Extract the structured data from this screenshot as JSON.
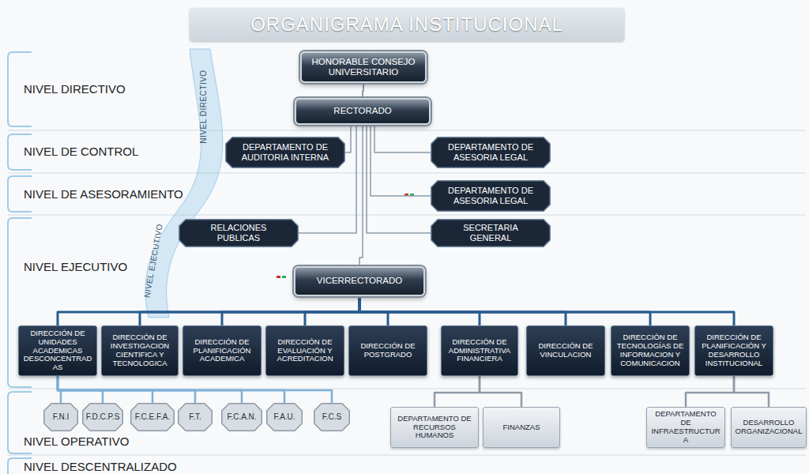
{
  "diagram": {
    "title": "ORGANIGRAMA INSTITUCIONAL",
    "nodes": [
      {
        "text": [
          "HONORABLE CONSEJO UNIVERSITARIO"
        ]
      },
      {
        "text": [
          "RECTORADO"
        ]
      },
      {
        "text": [
          "DEPARTAMENTO DE AUDITORIA INTERNA"
        ]
      },
      {
        "text": [
          "DEPARTAMENTO DE ASESORIA LEGAL"
        ]
      },
      {
        "text": [
          "DEPARTAMENTO DE ASESORIA LEGAL"
        ]
      },
      {
        "text": [
          "RELACIONES PUBLICAS"
        ]
      },
      {
        "text": [
          "SECRETARIA GENERAL"
        ]
      },
      {
        "text": [
          "VICERRECTORADO"
        ]
      },
      {
        "text": [
          "DIRECCIÓN DE UNIDADES ACADEMICAS DESCONCENTRADAS"
        ]
      },
      {
        "text": [
          "DIRECCIÓN DE INVESTIGACION CIENTIFICA Y TECNOLOGICA"
        ]
      },
      {
        "text": [
          "DIRECCIÓN DE PLANIFICACIÓN ACADEMICA"
        ]
      },
      {
        "text": [
          "DIRECCIÓN DE EVALUACIÓN Y ACREDITACION"
        ]
      },
      {
        "text": [
          "DIRECCIÓN DE POSTGRADO"
        ]
      },
      {
        "text": [
          "DIRECCIÓN DE ADMINISTRATIVA FINANCIERA"
        ]
      },
      {
        "text": [
          "DIRECCIÓN DE VINCULACION"
        ]
      },
      {
        "text": [
          "DIRECCIÓN DE TECNOLOGÍAS DE INFORMACION Y COMUNICACION"
        ]
      },
      {
        "text": [
          "DIRECCIÓN DE PLANIFICACIÓN Y DESARROLLO INSTITUCIONAL"
        ]
      },
      {
        "text": [
          "F.N.I"
        ]
      },
      {
        "text": [
          "F.D.C.P.S"
        ]
      },
      {
        "text": [
          "F.C.E.F.A."
        ]
      },
      {
        "text": [
          "F.T."
        ]
      },
      {
        "text": [
          "F.C.A.N."
        ]
      },
      {
        "text": [
          "F.A.U."
        ]
      },
      {
        "text": [
          "F.C.S"
        ]
      },
      {
        "text": [
          "DEPARTAMENTO DE RECURSOS HUMANOS"
        ]
      },
      {
        "text": [
          "FINANZAS"
        ]
      },
      {
        "text": [
          "DEPARTAMENTO DE INFRAESTRUCTURA"
        ]
      },
      {
        "text": [
          "DESARROLLO ORGANIZACIONAL"
        ]
      }
    ],
    "edges": [
      {
        "from": 0,
        "to": 1,
        "arrow": "none"
      },
      {
        "from": 1,
        "to": 2,
        "arrow": "none"
      },
      {
        "from": 1,
        "to": 3,
        "arrow": "none"
      },
      {
        "from": 1,
        "to": 4,
        "arrow": "none"
      },
      {
        "from": 1,
        "to": 5,
        "arrow": "none"
      },
      {
        "from": 1,
        "to": 6,
        "arrow": "none"
      },
      {
        "from": 1,
        "to": 7,
        "arrow": "none"
      },
      {
        "from": 7,
        "to": 8,
        "arrow": "none"
      },
      {
        "from": 7,
        "to": 9,
        "arrow": "none"
      },
      {
        "from": 7,
        "to": 10,
        "arrow": "none"
      },
      {
        "from": 7,
        "to": 11,
        "arrow": "none"
      },
      {
        "from": 7,
        "to": 12,
        "arrow": "none"
      },
      {
        "from": 7,
        "to": 13,
        "arrow": "none"
      },
      {
        "from": 7,
        "to": 14,
        "arrow": "none"
      },
      {
        "from": 7,
        "to": 15,
        "arrow": "none"
      },
      {
        "from": 7,
        "to": 16,
        "arrow": "none"
      },
      {
        "from": 8,
        "to": 17,
        "arrow": "none"
      },
      {
        "from": 8,
        "to": 18,
        "arrow": "none"
      },
      {
        "from": 8,
        "to": 19,
        "arrow": "none"
      },
      {
        "from": 8,
        "to": 20,
        "arrow": "none"
      },
      {
        "from": 8,
        "to": 21,
        "arrow": "none"
      },
      {
        "from": 8,
        "to": 22,
        "arrow": "none"
      },
      {
        "from": 8,
        "to": 23,
        "arrow": "none"
      },
      {
        "from": 13,
        "to": 24,
        "arrow": "none"
      },
      {
        "from": 13,
        "to": 25,
        "arrow": "none"
      },
      {
        "from": 16,
        "to": 26,
        "arrow": "none"
      },
      {
        "from": 16,
        "to": 27,
        "arrow": "none"
      }
    ],
    "labels": [
      "NIVEL DIRECTIVO",
      "NIVEL DE CONTROL",
      "NIVEL DE ASESORAMIENTO",
      "NIVEL EJECUTIVO",
      "NIVEL OPERATIVO",
      "NIVEL DESCENTRALIZADO",
      "NIVEL DIRECTIVO",
      "NIVEL EJECUTIVO"
    ]
  }
}
